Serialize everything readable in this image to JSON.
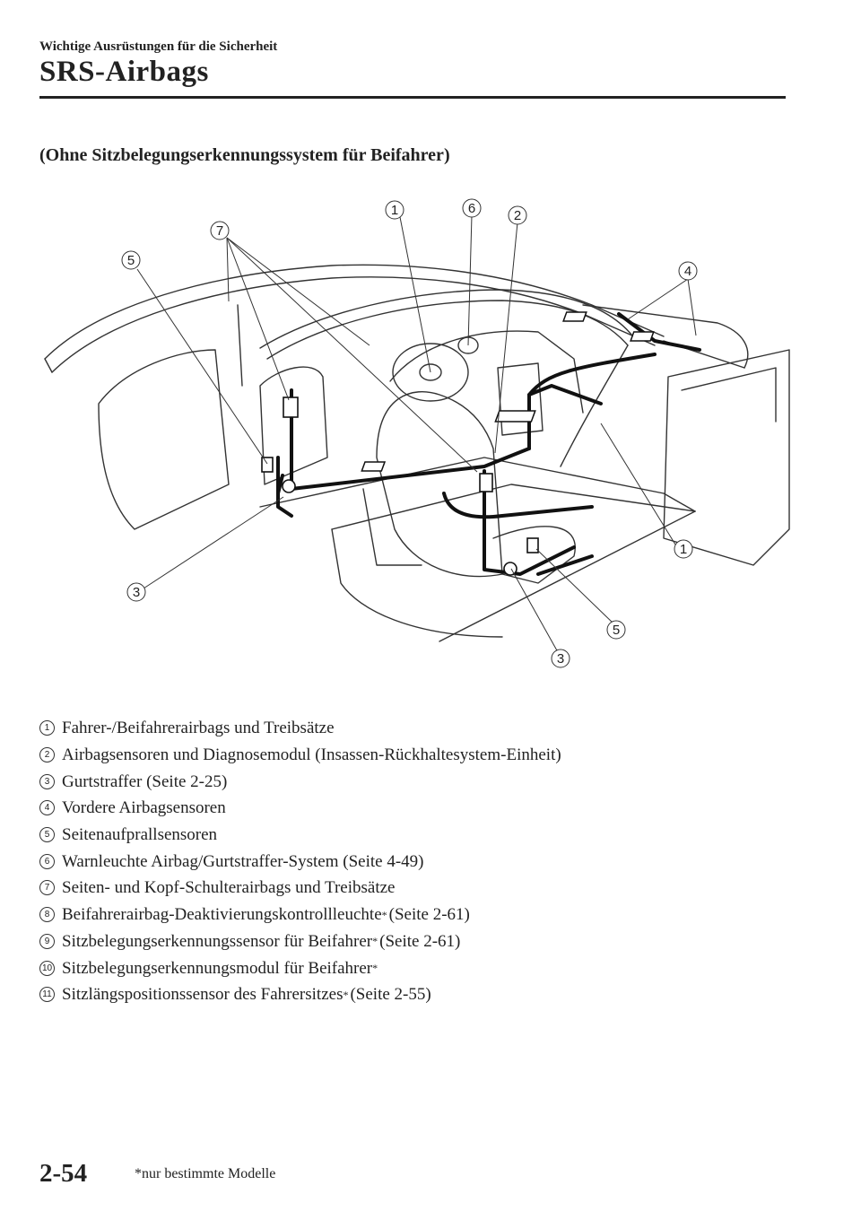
{
  "header": {
    "breadcrumb": "Wichtige Ausrüstungen für die Sicherheit",
    "title": "SRS-Airbags"
  },
  "subheading": "(Ohne Sitzbelegungserkennungssystem für Beifahrer)",
  "diagram": {
    "callouts": [
      {
        "num": "1"
      },
      {
        "num": "6"
      },
      {
        "num": "2"
      },
      {
        "num": "7"
      },
      {
        "num": "5"
      },
      {
        "num": "4"
      },
      {
        "num": "1"
      },
      {
        "num": "3"
      },
      {
        "num": "5"
      },
      {
        "num": "3"
      }
    ]
  },
  "legend": [
    {
      "num": "1",
      "text": "Fahrer-/Beifahrerairbags und Treibsätze",
      "star": "",
      "suffix": ""
    },
    {
      "num": "2",
      "text": "Airbagsensoren und Diagnosemodul (Insassen-Rückhaltesystem-Einheit)",
      "star": "",
      "suffix": ""
    },
    {
      "num": "3",
      "text": "Gurtstraffer (Seite 2-25)",
      "star": "",
      "suffix": ""
    },
    {
      "num": "4",
      "text": "Vordere Airbagsensoren",
      "star": "",
      "suffix": ""
    },
    {
      "num": "5",
      "text": "Seitenaufprallsensoren",
      "star": "",
      "suffix": ""
    },
    {
      "num": "6",
      "text": "Warnleuchte Airbag/Gurtstraffer-System (Seite 4-49)",
      "star": "",
      "suffix": ""
    },
    {
      "num": "7",
      "text": "Seiten- und Kopf-Schulterairbags und Treibsätze",
      "star": "",
      "suffix": ""
    },
    {
      "num": "8",
      "text": "Beifahrerairbag-Deaktivierungskontrollleuchte",
      "star": "*",
      "suffix": "(Seite 2-61)"
    },
    {
      "num": "9",
      "text": "Sitzbelegungserkennungssensor für Beifahrer",
      "star": "*",
      "suffix": "(Seite 2-61)"
    },
    {
      "num": "10",
      "text": "Sitzbelegungserkennungsmodul für Beifahrer",
      "star": "*",
      "suffix": ""
    },
    {
      "num": "11",
      "text": "Sitzlängspositionssensor des Fahrersitzes",
      "star": "*",
      "suffix": "(Seite 2-55)"
    }
  ],
  "footer": {
    "page_number": "2-54",
    "footnote": "*nur bestimmte Modelle"
  }
}
